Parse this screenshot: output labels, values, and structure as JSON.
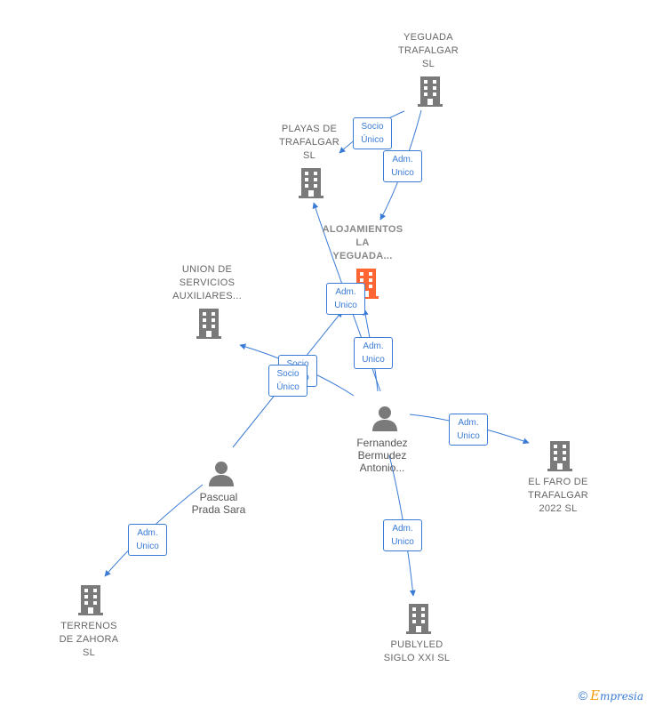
{
  "colors": {
    "edge": "#3a7bd5",
    "building": "#7a7a7a",
    "building_main": "#ff6633",
    "person": "#7a7a7a"
  },
  "nodes": {
    "yeguada_trafalgar": "YEGUADA\nTRAFALGAR\nSL",
    "playas_de_trafalgar": "PLAYAS DE\nTRAFALGAR\nSL",
    "alojamientos": "ALOJAMIENTOS\nLA\nYEGUADA...",
    "union_servicios": "UNION DE\nSERVICIOS\nAUXILIARES...",
    "fernandez": "Fernandez\nBermudez\nAntonio...",
    "pascual": "Pascual\nPrada Sara",
    "el_faro": "EL FARO DE\nTRAFALGAR\n2022  SL",
    "terrenos": "TERRENOS\nDE ZAHORA\nSL",
    "publyled": "PUBLYLED\nSIGLO XXI SL"
  },
  "edges": {
    "yeguada_playas": "Socio\nÚnico",
    "yeguada_alojamientos": "Adm.\nUnico",
    "fernandez_playas": "Adm.\nUnico",
    "fernandez_alojamientos": "Adm.\nUnico",
    "fernandez_union": "Socio\nÚnico",
    "pascual_alojamientos": "Socio\nÚnico",
    "fernandez_el_faro": "Adm.\nUnico",
    "pascual_terrenos": "Adm.\nUnico",
    "fernandez_publyled": "Adm.\nUnico"
  },
  "watermark": {
    "copyright": "©",
    "brand_first": "E",
    "brand_rest": "mpresia"
  }
}
